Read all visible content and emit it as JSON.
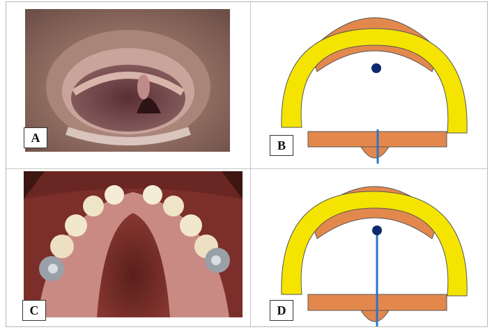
{
  "panels": [
    {
      "id": "a",
      "label": "A",
      "kind": "photo"
    },
    {
      "id": "b",
      "label": "B",
      "kind": "diagram"
    },
    {
      "id": "c",
      "label": "C",
      "kind": "photo"
    },
    {
      "id": "d",
      "label": "D",
      "kind": "diagram"
    }
  ],
  "colors": {
    "arch": "#f5e400",
    "arch_outline": "#555555",
    "back_region": "#e3884d",
    "base_bar": "#e3884d",
    "dot": "#0d2a6e",
    "line": "#2a74c9",
    "border": "#b8b8b8"
  }
}
